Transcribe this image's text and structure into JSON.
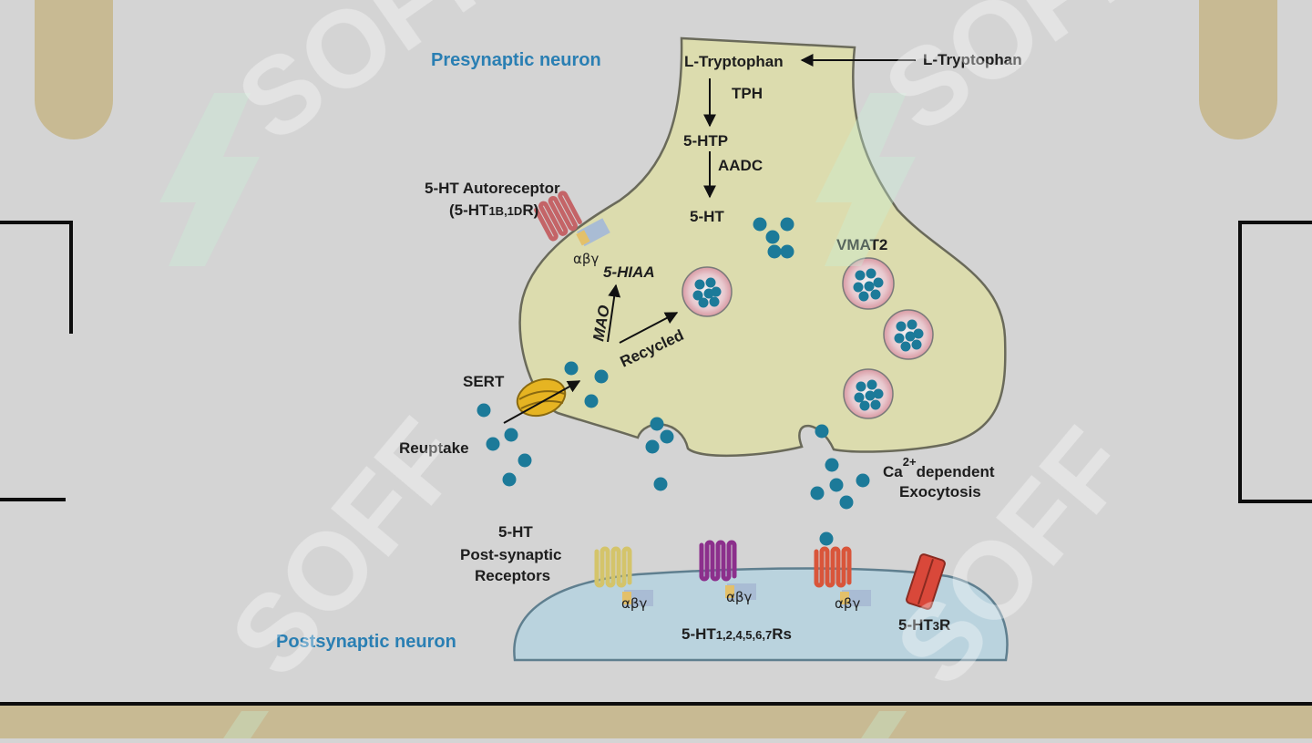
{
  "labels": {
    "presynaptic": "Presynaptic neuron",
    "postsynaptic": "Postsynaptic neuron",
    "l_trp_inside": "L-Tryptophan",
    "l_trp_outside": "L-Tryptophan",
    "tph": "TPH",
    "htp": "5-HTP",
    "aadc": "AADC",
    "ht": "5-HT",
    "autoreceptor_line1": "5-HT Autoreceptor",
    "autoreceptor_line2_a": "(5-HT",
    "autoreceptor_line2_sub": "1B,1D",
    "autoreceptor_line2_b": "R)",
    "hiaa": "5-HIAA",
    "mao": "MAO",
    "recycled": "Recycled",
    "sert": "SERT",
    "reuptake": "Reuptake",
    "vmat2": "VMAT2",
    "ca_a": "Ca",
    "ca_sup": "2+",
    "ca_b": "dependent",
    "exocytosis": "Exocytosis",
    "post_receptors_1": "5-HT",
    "post_receptors_2": "Post-synaptic",
    "post_receptors_3": "Receptors",
    "ht_rs_a": "5-HT",
    "ht_rs_sub": "1,2,4,5,6,7",
    "ht_rs_b": "Rs",
    "ht3r_a": "5-HT",
    "ht3r_sub": "3",
    "ht3r_b": "R",
    "g_protein": "αβγ",
    "watermark": "SOFF"
  },
  "colors": {
    "background": "#d4d4d4",
    "presynaptic_fill": "#dcdcae",
    "postsynaptic_fill": "#bad3de",
    "serotonin": "#1c7a99",
    "accent_blue": "#2a7fb3",
    "sert": "#e6b422",
    "tan": "#c8ba93"
  }
}
